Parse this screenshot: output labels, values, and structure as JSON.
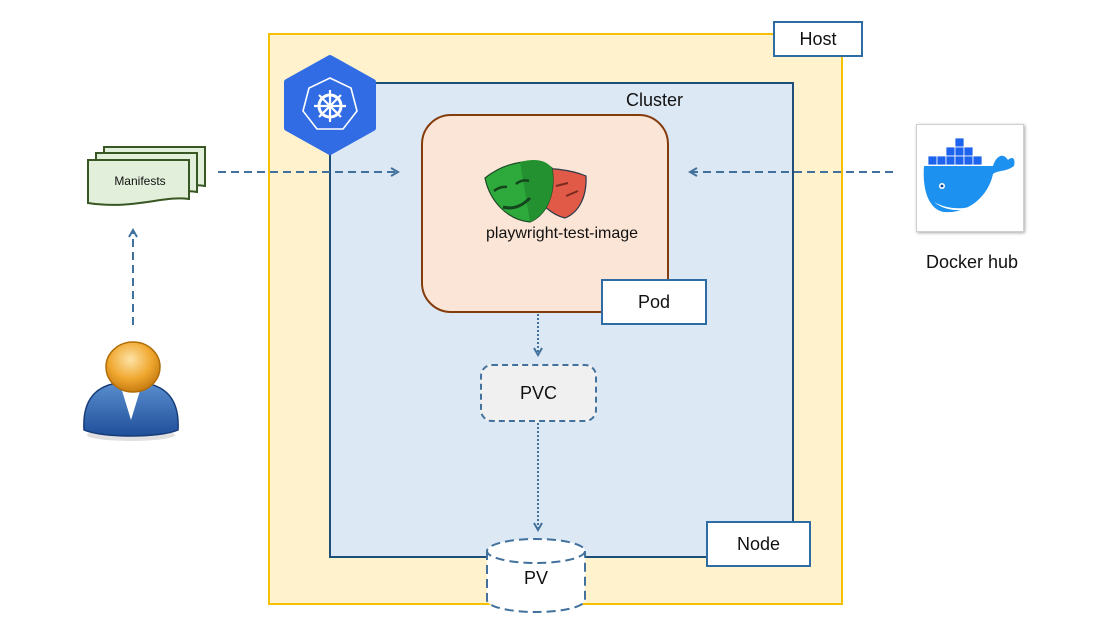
{
  "diagram": {
    "host": {
      "label": "Host"
    },
    "cluster": {
      "label": "Cluster",
      "logo": "kubernetes-helm-icon"
    },
    "node": {
      "label": "Node"
    },
    "pod": {
      "label": "Pod",
      "image_name": "playwright-test-image",
      "image_icon": "playwright-masks-icon"
    },
    "pvc": {
      "label": "PVC"
    },
    "pv": {
      "label": "PV"
    },
    "manifests": {
      "label": "Manifests"
    },
    "docker": {
      "label": "Docker hub",
      "icon": "docker-whale-icon"
    },
    "user": {
      "icon": "user-avatar-icon"
    },
    "colors": {
      "host_fill": "#fff2cc",
      "host_border": "#f5c000",
      "cluster_fill": "#dde8f5",
      "cluster_border": "#1f4e79",
      "pod_fill": "#fbe5d6",
      "pod_border": "#843c0c",
      "k8s_blue": "#326ce5",
      "arrow": "#41719c"
    },
    "connections": [
      {
        "from": "user",
        "to": "manifests",
        "style": "dashed"
      },
      {
        "from": "manifests",
        "to": "pod",
        "style": "dashed"
      },
      {
        "from": "docker",
        "to": "pod",
        "style": "dashed"
      },
      {
        "from": "pod",
        "to": "pvc",
        "style": "dotted"
      },
      {
        "from": "pvc",
        "to": "pv",
        "style": "dotted"
      }
    ]
  }
}
